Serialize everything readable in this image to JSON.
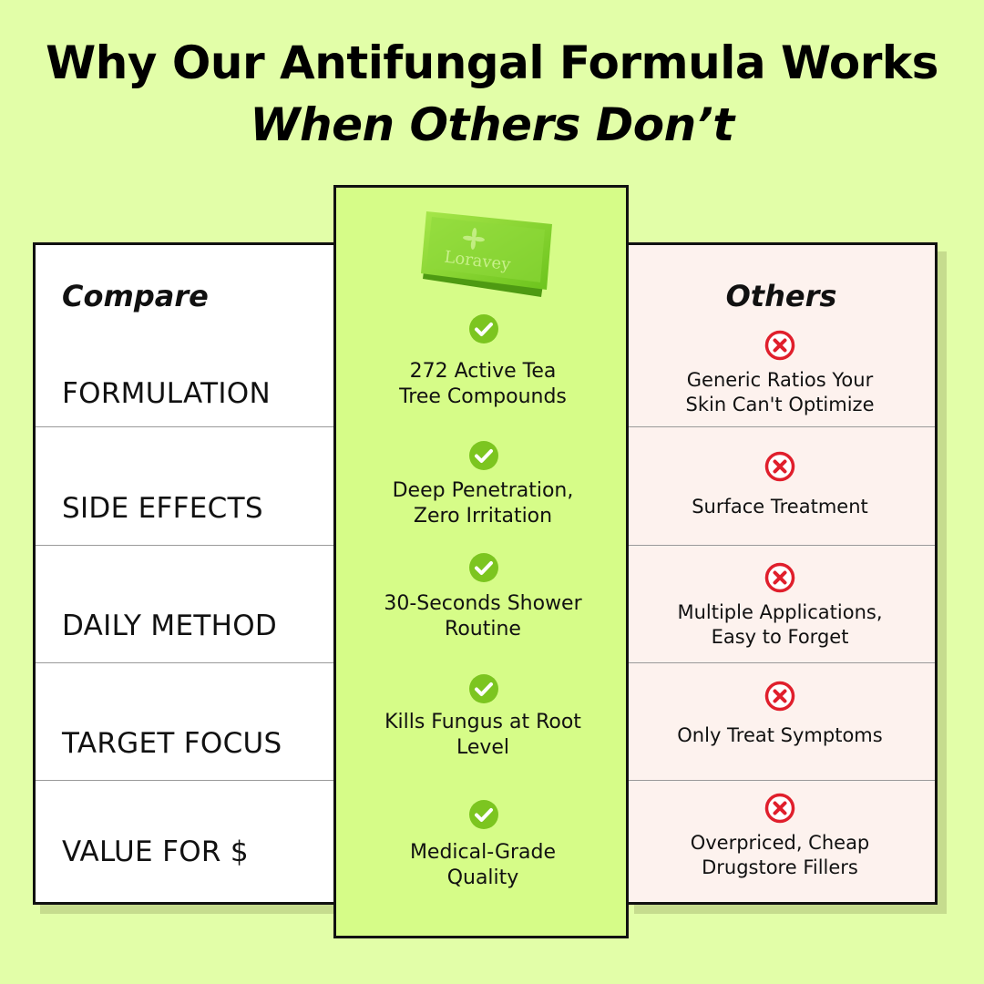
{
  "title": {
    "line1": "Why Our Antifungal Formula Works",
    "line2": "When Others Don’t"
  },
  "product": {
    "brand": "Loravey"
  },
  "columns": {
    "compare": "Compare",
    "others": "Others"
  },
  "rows": [
    {
      "label": "FORMULATION",
      "ours_line1": "272 Active Tea",
      "ours_line2": "Tree Compounds",
      "others_line1": "Generic Ratios Your",
      "others_line2": "Skin Can't Optimize"
    },
    {
      "label": "SIDE EFFECTS",
      "ours_line1": "Deep Penetration,",
      "ours_line2": "Zero Irritation",
      "others_line1": "Surface Treatment",
      "others_line2": ""
    },
    {
      "label": "DAILY METHOD",
      "ours_line1": "30-Seconds Shower",
      "ours_line2": "Routine",
      "others_line1": "Multiple Applications,",
      "others_line2": "Easy to Forget"
    },
    {
      "label": "TARGET FOCUS",
      "ours_line1": "Kills Fungus at Root",
      "ours_line2": "Level",
      "others_line1": "Only Treat Symptoms",
      "others_line2": ""
    },
    {
      "label": "VALUE FOR $",
      "ours_line1": "Medical-Grade",
      "ours_line2": "Quality",
      "others_line1": "Overpriced, Cheap",
      "others_line2": "Drugstore Fillers"
    }
  ],
  "colors": {
    "background": "#e2fea8",
    "highlight": "#d6fc88",
    "check": "#7cc520",
    "cross": "#e01f2c",
    "others_bg": "#fdf2ee"
  },
  "icons": {
    "ours": "check-circle-icon",
    "others": "x-circle-icon"
  }
}
